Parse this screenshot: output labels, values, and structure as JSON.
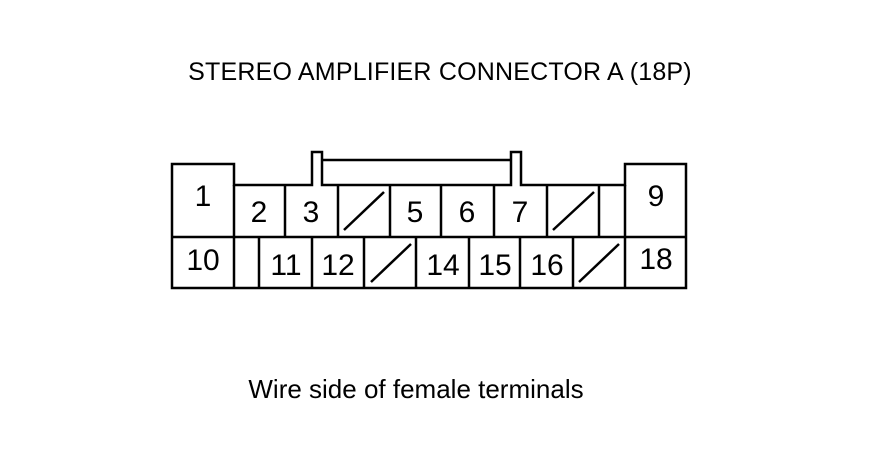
{
  "title": "STEREO AMPLIFIER CONNECTOR A (18P)",
  "caption": "Wire side of female terminals",
  "connector": {
    "terminals": [
      "1",
      "2",
      "3",
      "5",
      "6",
      "7",
      "9",
      "10",
      "11",
      "12",
      "14",
      "15",
      "16",
      "18"
    ]
  }
}
